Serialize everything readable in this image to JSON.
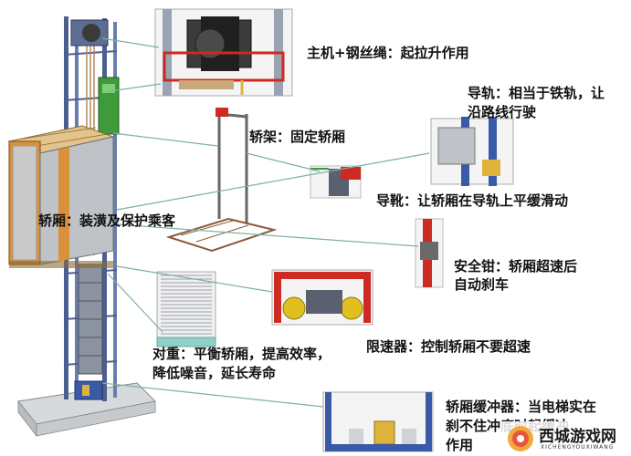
{
  "labels": {
    "hoist": "主机+钢丝绳：起拉升作用",
    "guide_rail_line1": "导轨：相当于铁轨，让",
    "guide_rail_line2": "沿路线行驶",
    "car_frame": "轿架：固定轿厢",
    "guide_shoe": "导靴：让轿厢在导轨上平缓滑动",
    "car": "轿厢：装潢及保护乘客",
    "safety_gear_line1": "安全钳：轿厢超速后",
    "safety_gear_line2": "自动刹车",
    "counterweight_line1": "对重：平衡轿厢，提高效率，",
    "counterweight_line2": "降低噪音，延长寿命",
    "governor": "限速器：控制轿厢不要超速",
    "buffer_line1": "轿厢缓冲器：当电梯实在",
    "buffer_line2": "刹不住冲底时起缓冲",
    "buffer_line3": "作用"
  },
  "watermark": {
    "name": "西城游戏网",
    "url": "XICHENGYOUXIWANG"
  },
  "colors": {
    "frame_blue": "#3a5aa8",
    "accent_red": "#cc2a22",
    "accent_green": "#3f9a3a",
    "car_orange": "#d9923a",
    "leader_line": "#7fb0a6"
  }
}
